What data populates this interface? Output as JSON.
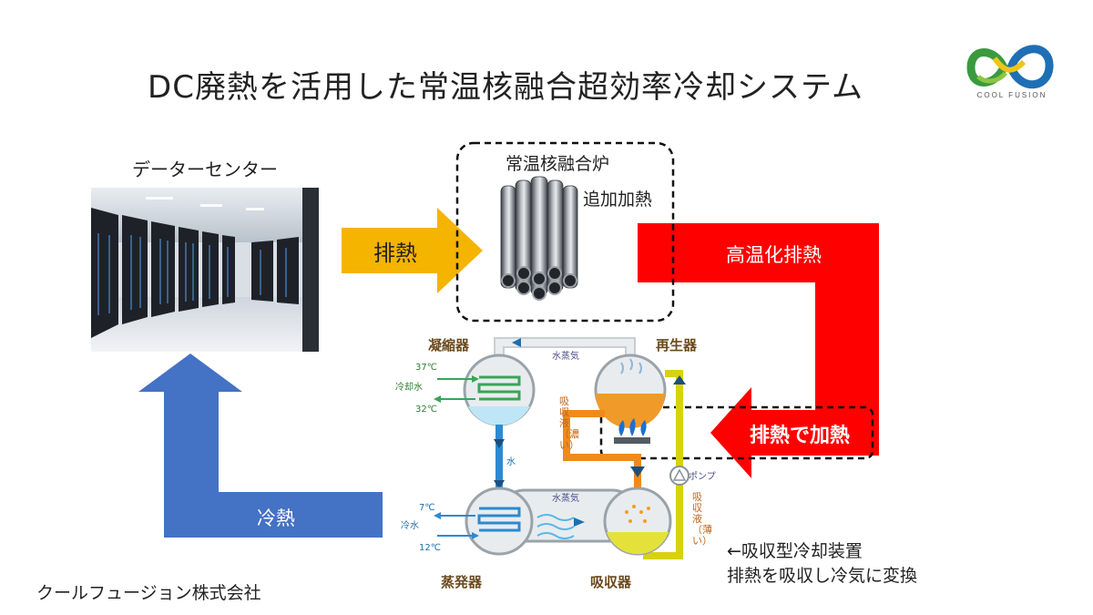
{
  "title": "DC廃熱を活用した常温核融合超効率冷却システム",
  "logo": {
    "text": "COOL FUSION"
  },
  "datacenter": {
    "label": "データーセンター"
  },
  "reactor": {
    "label": "常温核融合炉",
    "additional_heat": "追加加熱"
  },
  "arrows": {
    "waste_heat": "排熱",
    "hot_waste_heat": "高温化排熱",
    "heat_with_waste": "排熱で加熱",
    "cold_heat": "冷熱"
  },
  "chiller": {
    "condenser": "凝縮器",
    "regenerator": "再生器",
    "evaporator": "蒸発器",
    "absorber": "吸収器",
    "vapor_top": "水蒸気",
    "vapor_mid": "水蒸気",
    "temp_37": "37℃",
    "temp_32": "32℃",
    "cooling_water": "冷却水",
    "temp_7": "7℃",
    "temp_12": "12℃",
    "cold_water": "冷水",
    "water": "水",
    "strong_solution": "吸収液（濃い）",
    "weak_solution": "吸収液（薄い）",
    "pump": "ポンプ"
  },
  "notes": {
    "device_line1": "←吸収型冷却装置",
    "device_line2": "排熱を吸収し冷気に変換"
  },
  "company": "クールフュージョン株式会社",
  "colors": {
    "orange": "#f5b400",
    "red": "#ff0000",
    "blue": "#4472c4"
  }
}
